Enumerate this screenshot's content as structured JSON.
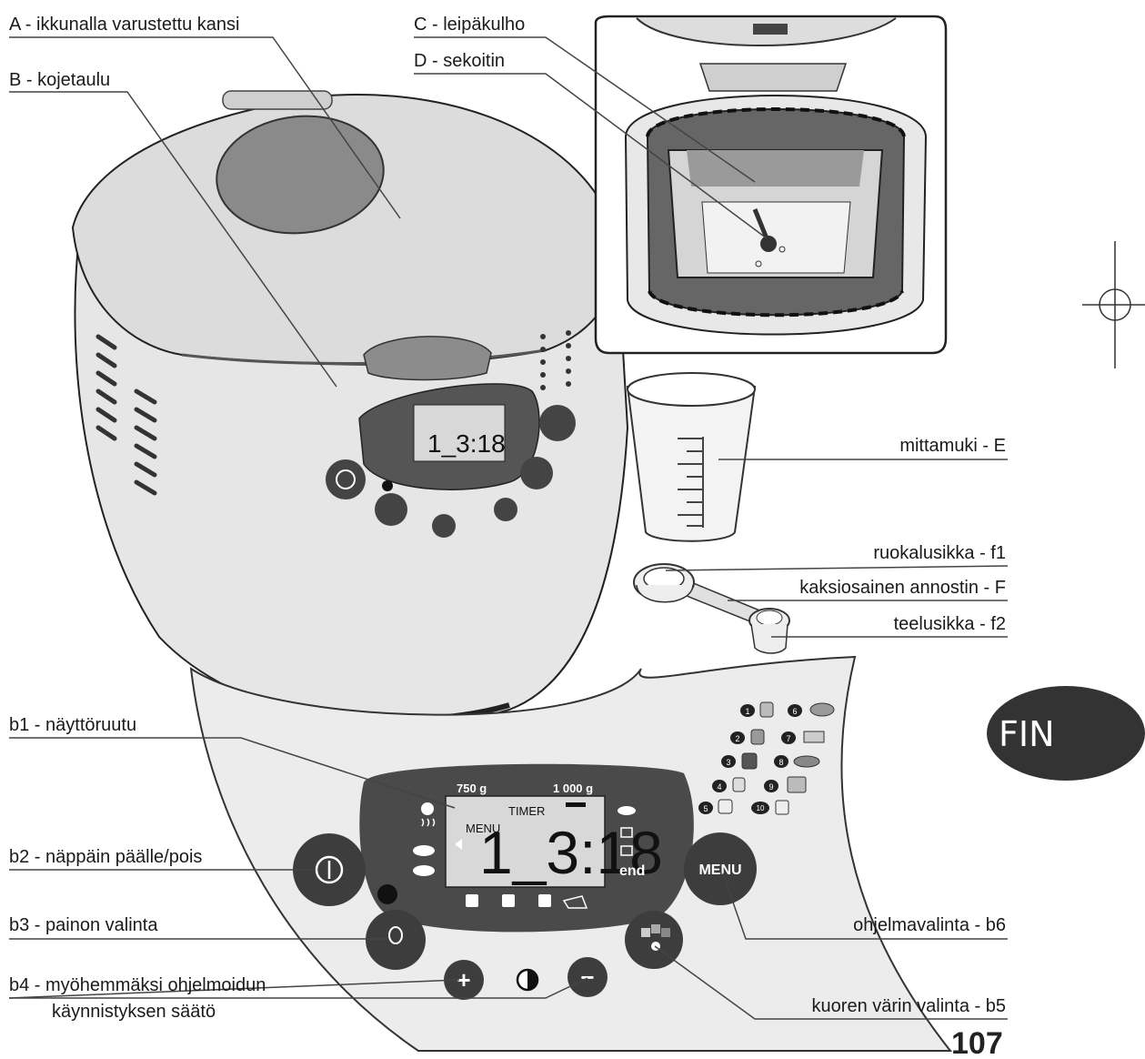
{
  "labels": {
    "a": "A - ikkunalla varustettu kansi",
    "b": "B - kojetaulu",
    "c": "C - leipäkulho",
    "d": "D - sekoitin",
    "e": "mittamuki - E",
    "f1": "ruokalusikka - f1",
    "f": "kaksiosainen annostin - F",
    "f2": "teelusikka - f2",
    "b1": "b1 - näyttöruutu",
    "b2": "b2 - näppäin päälle/pois",
    "b3": "b3 - painon valinta",
    "b4_line1": "b4 - myöhemmäksi ohjelmoidun",
    "b4_line2": "käynnistyksen säätö",
    "b5": "kuoren värin valinta - b5",
    "b6": "ohjelmavalinta - b6"
  },
  "panel": {
    "weight_small": "750 g",
    "weight_large": "1 000 g",
    "timer": "TIMER",
    "menu_lcd": "MENU",
    "digits": "1_3:18",
    "end": "end",
    "menu_button": "MENU",
    "plus": "+",
    "minus": "−",
    "programs": [
      "1",
      "2",
      "3",
      "4",
      "5",
      "6",
      "7",
      "8",
      "9",
      "10"
    ]
  },
  "language_badge": "FIN",
  "page_number": "107",
  "colors": {
    "panel_dark": "#4a4a4a",
    "lcd": "#d8d8d8",
    "button_dark": "#3d3d3d",
    "body_grey": "#e6e6e6"
  }
}
